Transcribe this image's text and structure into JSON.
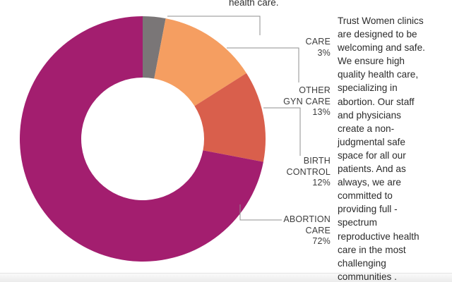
{
  "window": {
    "background": "#ffffff"
  },
  "header": {
    "partial_title": "health care."
  },
  "chart_data": {
    "type": "pie",
    "subtype": "donut",
    "title_partial_visible": "health care.",
    "categories": [
      "CARE",
      "OTHER GYN CARE",
      "BIRTH CONTROL",
      "ABORTION CARE"
    ],
    "values": [
      3,
      13,
      12,
      72
    ],
    "unit": "%",
    "start_angle_deg": 0,
    "direction": "clockwise",
    "inner_radius_ratio": 0.5,
    "legend_position": "right-callouts",
    "leader_line_color": "#8f8f8f",
    "slices": [
      {
        "name": "CARE",
        "pct": 3,
        "color": "#7a7677",
        "label": "CARE\n3%"
      },
      {
        "name": "OTHER GYN CARE",
        "pct": 13,
        "color": "#f59e61",
        "label": "OTHER\nGYN CARE\n13%"
      },
      {
        "name": "BIRTH CONTROL",
        "pct": 12,
        "color": "#d95f4c",
        "label": "BIRTH\nCONTROL\n12%"
      },
      {
        "name": "ABORTION CARE",
        "pct": 72,
        "color": "#a31e6f",
        "label": "ABORTION\nCARE\n72%"
      }
    ]
  },
  "description_panel": {
    "paragraph": "Trust Women clinics\nare designed to be\nwelcoming and safe.\nWe ensure high\nquality health care,\nspecializing in\nabortion. Our staff\nand physicians\ncreate a non-\njudgmental safe\nspace for all our\npatients. And as\nalways, we are\ncommitted to\nproviding full -\nspectrum\nreproductive health\ncare in the most\nchallenging\ncommunities ."
  }
}
